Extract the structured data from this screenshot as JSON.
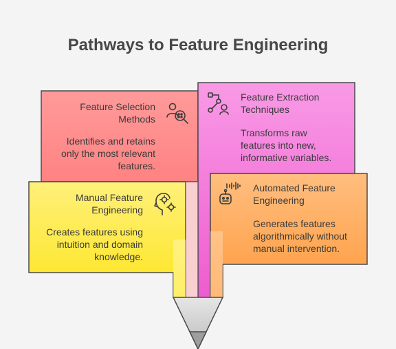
{
  "title": "Pathways to Feature Engineering",
  "cards": {
    "selection": {
      "title_line1": "Feature Selection",
      "title_line2": "Methods",
      "desc_line1": "Identifies and retains",
      "desc_line2": "only the most relevant",
      "desc_line3": "features."
    },
    "extraction": {
      "title_line1": "Feature Extraction",
      "title_line2": "Techniques",
      "desc_line1": "Transforms raw",
      "desc_line2": "features into new,",
      "desc_line3": "informative variables."
    },
    "manual": {
      "title_line1": "Manual Feature",
      "title_line2": "Engineering",
      "desc_line1": "Creates features using",
      "desc_line2": "intuition and domain",
      "desc_line3": "knowledge."
    },
    "automated": {
      "title_line1": "Automated Feature",
      "title_line2": "Engineering",
      "desc_line1": "Generates features",
      "desc_line2": "algorithmically without",
      "desc_line3": "manual intervention."
    }
  },
  "colors": {
    "selection": "#ff7b7b",
    "extraction": "#f46ed6",
    "manual": "#fde732",
    "automated": "#ffa352",
    "tip": "#cfcfcf",
    "outline": "#4a4a4a"
  }
}
